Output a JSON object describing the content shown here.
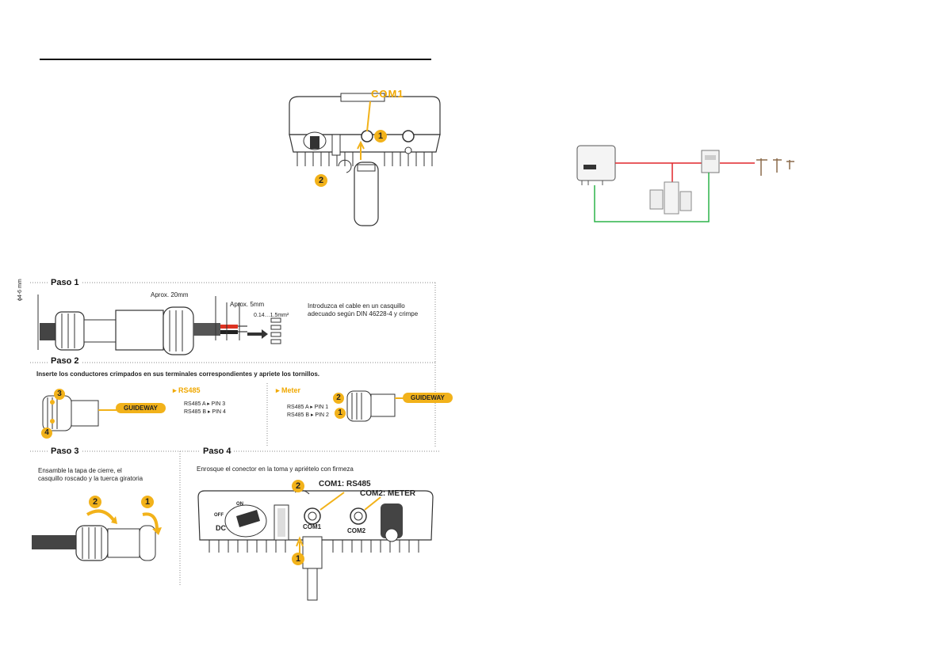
{
  "top_figure": {
    "com1_label": "COM1",
    "badge_1": "1",
    "badge_2": "2"
  },
  "paso1": {
    "title": "Paso 1",
    "diameter_label": "ϕ4-6 mm",
    "strip_long": "Aprox. 20mm",
    "strip_short": "Aprox. 5mm",
    "ferrule_size": "0.14…1.5mm²",
    "instruction_line1": "Introduzca el cable en un casquillo",
    "instruction_line2": "adecuado según DIN 46228-4 y crimpe"
  },
  "paso2": {
    "title": "Paso 2",
    "instruction": "Inserte los conductores crimpados en sus terminales correspondientes y apriete los tornillos.",
    "guideway": "GUIDEWAY",
    "rs485_heading": "RS485",
    "rs485_pins": [
      "RS485 A ▸ PIN 3",
      "RS485 B ▸ PIN 4"
    ],
    "meter_heading": "Meter",
    "meter_pins": [
      "RS485 A ▸ PIN 1",
      "RS485 B ▸ PIN 2"
    ],
    "badges_left": [
      "3",
      "4"
    ],
    "badges_right": [
      "2",
      "1"
    ]
  },
  "paso3": {
    "title": "Paso 3",
    "instruction_line1": "Ensamble la tapa de cierre, el",
    "instruction_line2": "casquillo roscado y la tuerca giratoria",
    "badges": [
      "2",
      "1"
    ]
  },
  "paso4": {
    "title": "Paso 4",
    "instruction": "Enrosque el conector en la toma y apriételo con firmeza",
    "com1_label": "COM1: RS485",
    "com2_label": "COM2: METER",
    "dc_label": "DC",
    "off_label": "OFF",
    "on_label": "ON",
    "com1_port": "COM1",
    "com2_port": "COM2",
    "badges": [
      "2",
      "1"
    ]
  },
  "colors": {
    "accent": "#f2b21a",
    "ac_line": "#e0262b",
    "comm_line": "#2db34a"
  }
}
